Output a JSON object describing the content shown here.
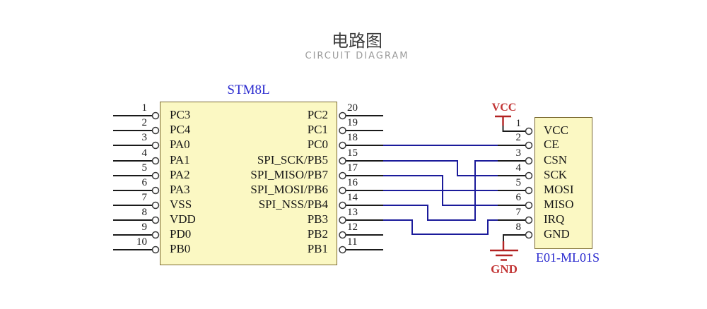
{
  "page": {
    "title": "电路图",
    "subtitle": "CIRCUIT DIAGRAM"
  },
  "chips": {
    "stm8l": {
      "name": "STM8L",
      "left_pins": [
        {
          "num": "1",
          "label": "PC3"
        },
        {
          "num": "2",
          "label": "PC4"
        },
        {
          "num": "3",
          "label": "PA0"
        },
        {
          "num": "4",
          "label": "PA1"
        },
        {
          "num": "5",
          "label": "PA2"
        },
        {
          "num": "6",
          "label": "PA3"
        },
        {
          "num": "7",
          "label": "VSS"
        },
        {
          "num": "8",
          "label": "VDD"
        },
        {
          "num": "9",
          "label": "PD0"
        },
        {
          "num": "10",
          "label": "PB0"
        }
      ],
      "right_pins": [
        {
          "num": "20",
          "label": "PC2"
        },
        {
          "num": "19",
          "label": "PC1"
        },
        {
          "num": "18",
          "label": "PC0"
        },
        {
          "num": "15",
          "label": "SPI_SCK/PB5"
        },
        {
          "num": "17",
          "label": "SPI_MISO/PB7"
        },
        {
          "num": "16",
          "label": "SPI_MOSI/PB6"
        },
        {
          "num": "14",
          "label": "SPI_NSS/PB4"
        },
        {
          "num": "13",
          "label": "PB3"
        },
        {
          "num": "12",
          "label": "PB2"
        },
        {
          "num": "11",
          "label": "PB1"
        }
      ]
    },
    "e01": {
      "name": "E01-ML01S",
      "pins": [
        {
          "num": "1",
          "label": "VCC"
        },
        {
          "num": "2",
          "label": "CE"
        },
        {
          "num": "3",
          "label": "CSN"
        },
        {
          "num": "4",
          "label": "SCK"
        },
        {
          "num": "5",
          "label": "MOSI"
        },
        {
          "num": "6",
          "label": "MISO"
        },
        {
          "num": "7",
          "label": "IRQ"
        },
        {
          "num": "8",
          "label": "GND"
        }
      ]
    }
  },
  "power": {
    "vcc": "VCC",
    "gnd": "GND"
  },
  "connections": [
    {
      "from": "STM8L pin 18 (PC0)",
      "to": "E01-ML01S pin 2 (CE)"
    },
    {
      "from": "STM8L pin 15 (SPI_SCK/PB5)",
      "to": "E01-ML01S pin 4 (SCK)"
    },
    {
      "from": "STM8L pin 17 (SPI_MISO/PB7)",
      "to": "E01-ML01S pin 6 (MISO)"
    },
    {
      "from": "STM8L pin 16 (SPI_MOSI/PB6)",
      "to": "E01-ML01S pin 5 (MOSI)"
    },
    {
      "from": "STM8L pin 14 (SPI_NSS/PB4)",
      "to": "E01-ML01S pin 3 (CSN)"
    },
    {
      "from": "STM8L pin 13 (PB3)",
      "to": "E01-ML01S pin 7 (IRQ)"
    },
    {
      "from": "VCC rail",
      "to": "E01-ML01S pin 1 (VCC)"
    },
    {
      "from": "GND rail",
      "to": "E01-ML01S pin 8 (GND)"
    }
  ],
  "colors": {
    "wire_black": "#1a1a1a",
    "wire_blue": "#1b1b9b",
    "chip_fill": "#fbf8c3",
    "chip_border": "#7a6930",
    "chip_label_blue": "#2b2bcf",
    "power_red": "#c23434",
    "symbol_red": "#b22222"
  }
}
